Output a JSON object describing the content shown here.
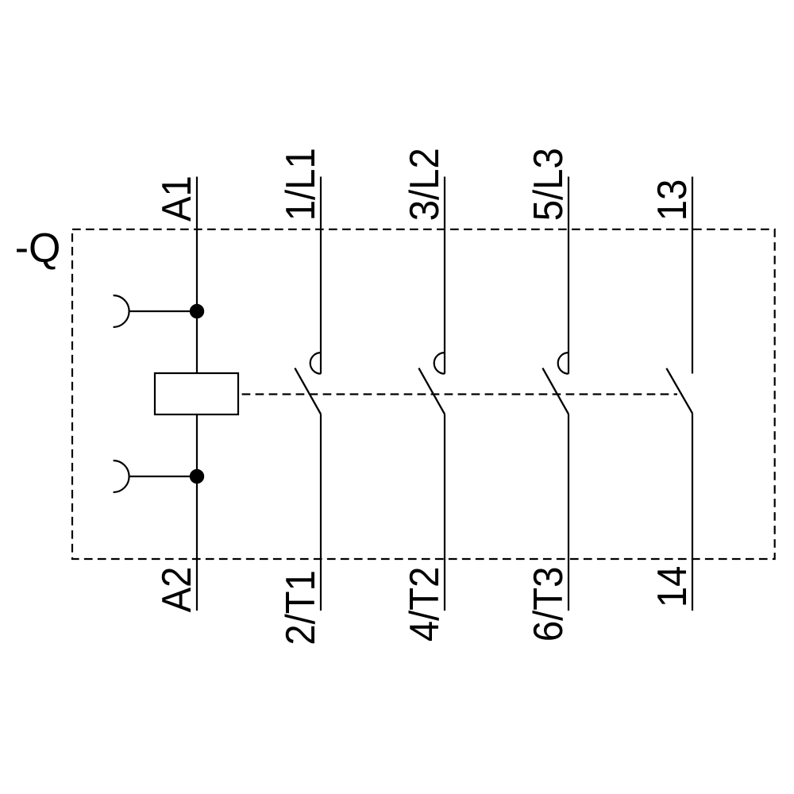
{
  "diagram": {
    "type": "contactor-schematic",
    "device_label": "-Q",
    "coil": {
      "top_terminal": "A1",
      "bottom_terminal": "A2"
    },
    "main_poles": [
      {
        "top_terminal": "1/L1",
        "bottom_terminal": "2/T1"
      },
      {
        "top_terminal": "3/L2",
        "bottom_terminal": "4/T2"
      },
      {
        "top_terminal": "5/L3",
        "bottom_terminal": "6/T3"
      }
    ],
    "auxiliary_contact": {
      "top_terminal": "13",
      "bottom_terminal": "14"
    },
    "colors": {
      "line": "#000000",
      "background": "#ffffff"
    }
  }
}
